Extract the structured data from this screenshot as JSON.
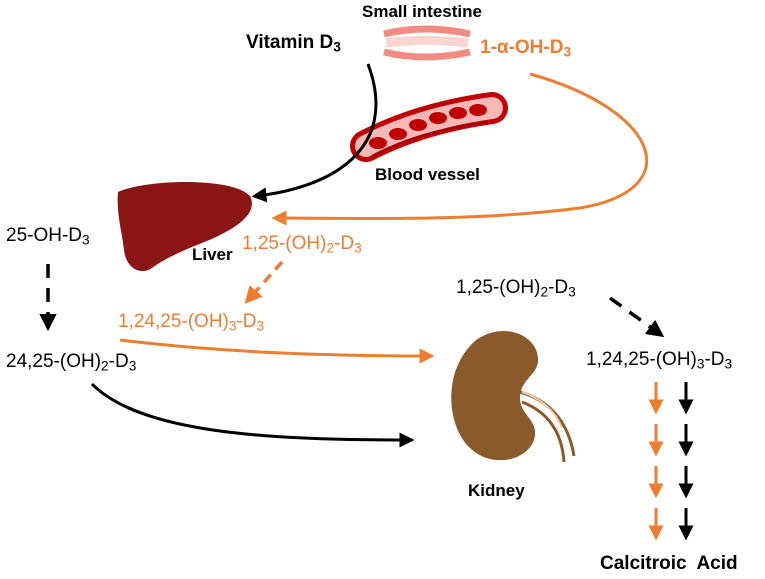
{
  "colors": {
    "orange": "#ED7D31",
    "black": "#000000",
    "liver": "#8B1414",
    "kidney": "#8B5A2B",
    "vessel": "#C00000",
    "intestine": "#F4A6A0"
  },
  "organs": {
    "small_intestine": "Small intestine",
    "blood_vessel": "Blood vessel",
    "liver": "Liver",
    "kidney": "Kidney"
  },
  "compounds": {
    "vitamin_d3": {
      "base": "Vitamin D",
      "sub": "3"
    },
    "one_alpha_oh_d3": {
      "base": "1-α-OH-D",
      "sub": "3"
    },
    "oh25_d3": {
      "base": "25-OH-D",
      "sub": "3"
    },
    "liver_125": {
      "pre": "1,25-(OH)",
      "sub1": "2",
      "mid": "-D",
      "sub2": "3"
    },
    "left_12425": {
      "pre": "1,24,25-(OH)",
      "sub1": "3",
      "mid": "-D",
      "sub2": "3"
    },
    "left_2425": {
      "pre": "24,25-(OH)",
      "sub1": "2",
      "mid": "-D",
      "sub2": "3"
    },
    "right_125": {
      "pre": "1,25-(OH)",
      "sub1": "2",
      "mid": "-D",
      "sub2": "3"
    },
    "right_12425": {
      "pre": "1,24,25-(OH)",
      "sub1": "3",
      "mid": "-D",
      "sub2": "3"
    },
    "calcitroic_acid": "Calcitroic  Acid"
  }
}
